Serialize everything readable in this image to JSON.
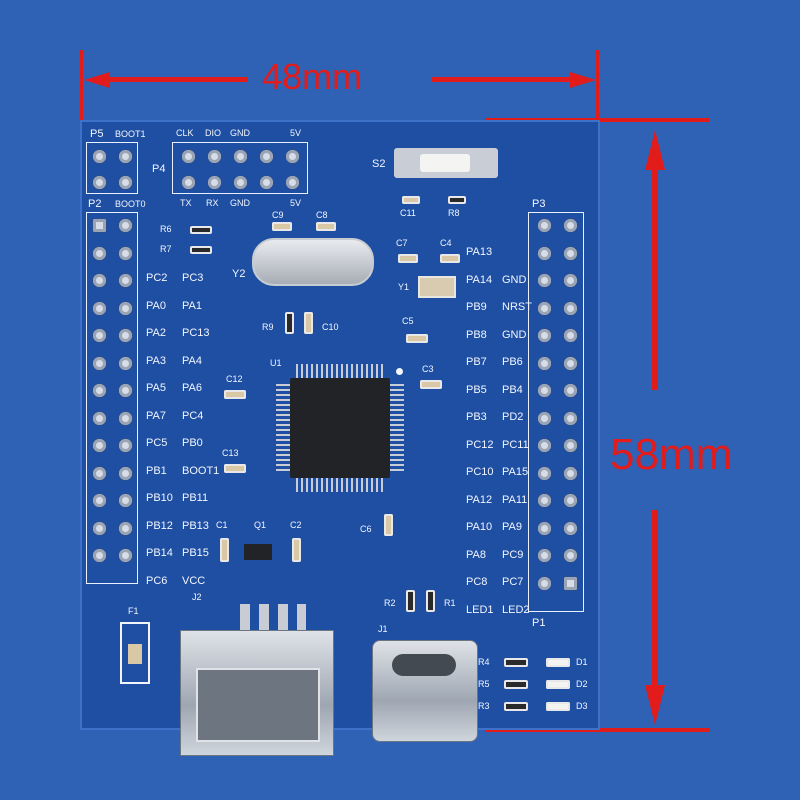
{
  "dimensions": {
    "width_label": "48mm",
    "height_label": "58mm",
    "color": "#e21b1b"
  },
  "colors": {
    "background": "#2f62b4",
    "pcb": "#1f4fa2",
    "silkscreen": "#f2f6ff"
  },
  "silk": {
    "p5": "P5",
    "boot1_top": "BOOT1",
    "p2": "P2",
    "boot0": "BOOT0",
    "p4": "P4",
    "clk": "CLK",
    "dio": "DIO",
    "gnd_top": "GND",
    "v5_top": "5V",
    "tx": "TX",
    "rx": "RX",
    "gnd_bot": "GND",
    "v5_bot": "5V",
    "s2": "S2",
    "c11": "C11",
    "r8": "R8",
    "p3": "P3",
    "r6": "R6",
    "r7": "R7",
    "c9": "C9",
    "c8": "C8",
    "y2": "Y2",
    "c7": "C7",
    "c4": "C4",
    "y1": "Y1",
    "r9": "R9",
    "c10": "C10",
    "c5": "C5",
    "u1": "U1",
    "c3": "C3",
    "c12": "C12",
    "c13": "C13",
    "c6": "C6",
    "c1": "C1",
    "q1": "Q1",
    "c2": "C2",
    "f1": "F1",
    "j2": "J2",
    "j1": "J1",
    "r2": "R2",
    "r1": "R1",
    "p1": "P1",
    "r4": "R4",
    "r5": "R5",
    "r3": "R3",
    "d1": "D1",
    "d2": "D2",
    "d3": "D3"
  },
  "left_labels": [
    [
      "PC2",
      "PC3"
    ],
    [
      "PA0",
      "PA1"
    ],
    [
      "PA2",
      "PC13"
    ],
    [
      "PA3",
      "PA4"
    ],
    [
      "PA5",
      "PA6"
    ],
    [
      "PA7",
      "PC4"
    ],
    [
      "PC5",
      "PB0"
    ],
    [
      "PB1",
      "BOOT1"
    ],
    [
      "PB10",
      "PB11"
    ],
    [
      "PB12",
      "PB13"
    ],
    [
      "PB14",
      "PB15"
    ],
    [
      "PC6",
      "VCC"
    ]
  ],
  "right_labels": [
    [
      "PA13",
      ""
    ],
    [
      "PA14",
      "GND"
    ],
    [
      "PB9",
      "NRST"
    ],
    [
      "PB8",
      "GND"
    ],
    [
      "PB7",
      "PB6"
    ],
    [
      "PB5",
      "PB4"
    ],
    [
      "PB3",
      "PD2"
    ],
    [
      "PC12",
      "PC11"
    ],
    [
      "PC10",
      "PA15"
    ],
    [
      "PA12",
      "PA11"
    ],
    [
      "PA10",
      "PA9"
    ],
    [
      "PA8",
      "PC9"
    ],
    [
      "PC8",
      "PC7"
    ],
    [
      "LED1",
      "LED2"
    ]
  ]
}
